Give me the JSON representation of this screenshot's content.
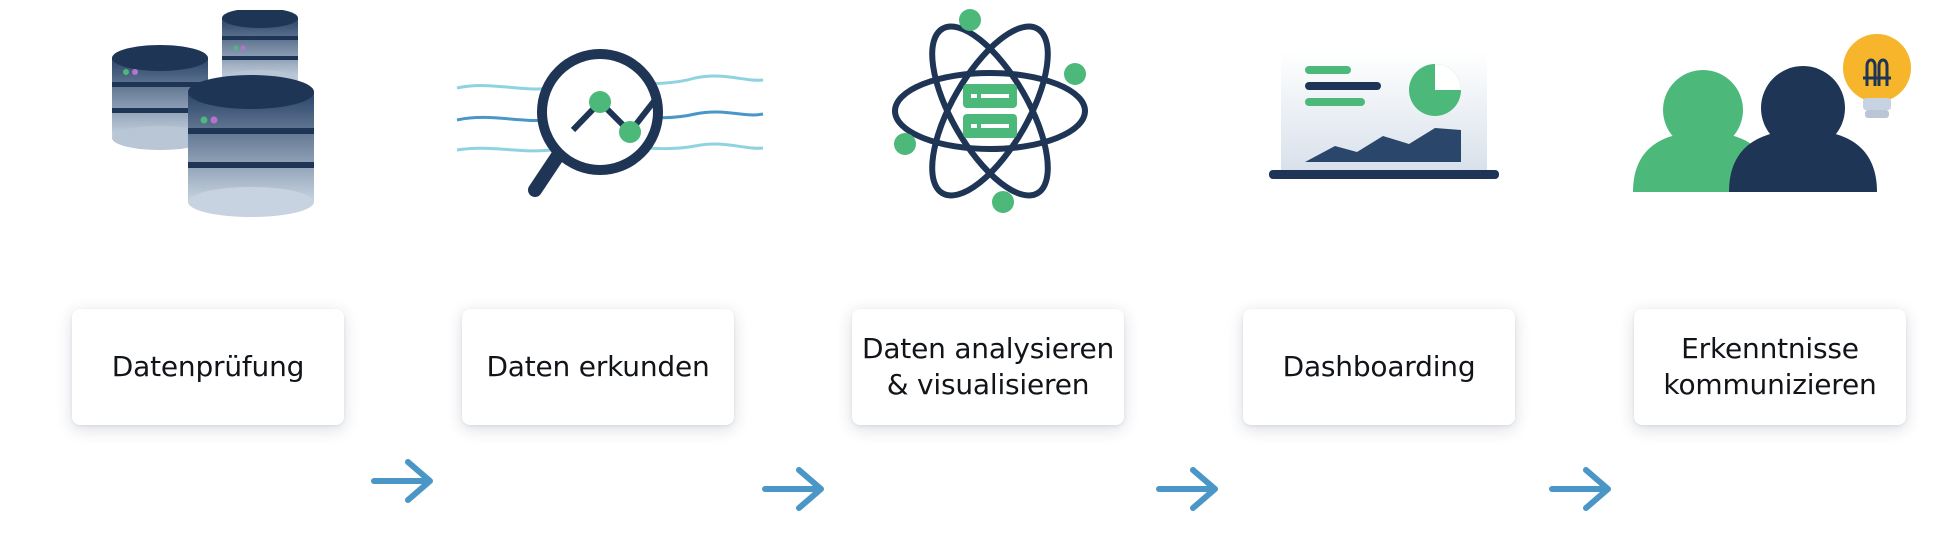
{
  "colors": {
    "navy": "#1f3556",
    "navy_light": "#b9c6d6",
    "green": "#4cb87a",
    "teal_arrow": "#4a97c7",
    "lightbulb": "#f6b52a",
    "card_text": "#111418"
  },
  "steps": [
    {
      "label": "Datenprüfung",
      "icon": "database-stack-icon"
    },
    {
      "label": "Daten erkunden",
      "icon": "magnifier-chart-icon"
    },
    {
      "label": "Daten analysieren\n& visualisieren",
      "icon": "atom-server-icon"
    },
    {
      "label": "Dashboarding",
      "icon": "dashboard-screen-icon"
    },
    {
      "label": "Erkenntnisse\nkommunizieren",
      "icon": "people-lightbulb-icon"
    }
  ],
  "connectors": [
    {
      "icon": "arrow-right-icon"
    },
    {
      "icon": "arrow-right-icon"
    },
    {
      "icon": "arrow-right-icon"
    },
    {
      "icon": "arrow-right-icon"
    }
  ]
}
